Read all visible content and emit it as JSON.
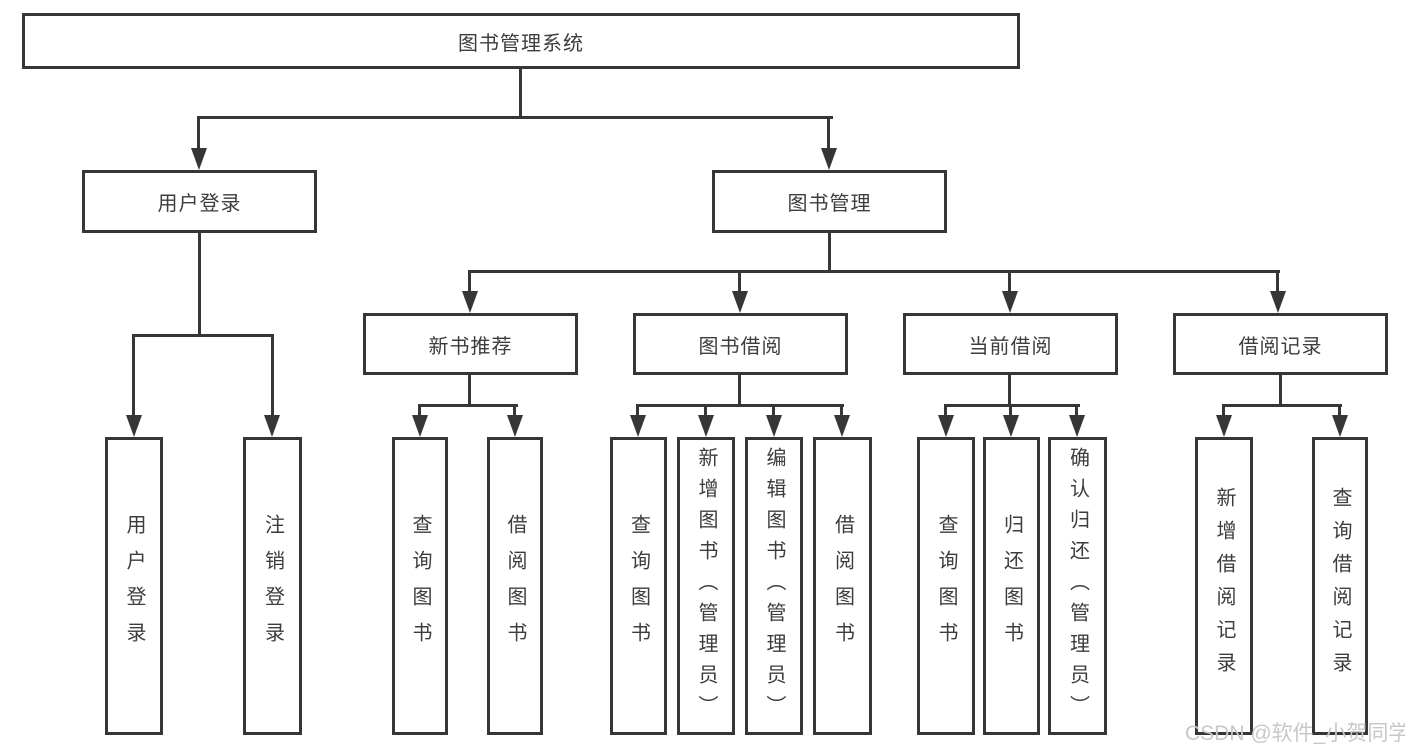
{
  "page": {
    "background": "#ffffff"
  },
  "colors": {
    "line": "#363636",
    "text": "#3d3d3d",
    "watermark": "#c8c8c8"
  },
  "watermark": {
    "text": "CSDN @软件_小贺同学"
  },
  "tree": {
    "label": "图书管理系统",
    "children": [
      {
        "label": "用户登录",
        "children": [
          {
            "label": "用户登录"
          },
          {
            "label": "注销登录"
          }
        ]
      },
      {
        "label": "图书管理",
        "children": [
          {
            "label": "新书推荐",
            "children": [
              {
                "label": "查询图书"
              },
              {
                "label": "借阅图书"
              }
            ]
          },
          {
            "label": "图书借阅",
            "children": [
              {
                "label": "查询图书"
              },
              {
                "label": "新增图书（管理员）"
              },
              {
                "label": "编辑图书（管理员）"
              },
              {
                "label": "借阅图书"
              }
            ]
          },
          {
            "label": "当前借阅",
            "children": [
              {
                "label": "查询图书"
              },
              {
                "label": "归还图书"
              },
              {
                "label": "确认归还（管理员）"
              }
            ]
          },
          {
            "label": "借阅记录",
            "children": [
              {
                "label": "新增借阅记录"
              },
              {
                "label": "查询借阅记录"
              }
            ]
          }
        ]
      }
    ]
  }
}
